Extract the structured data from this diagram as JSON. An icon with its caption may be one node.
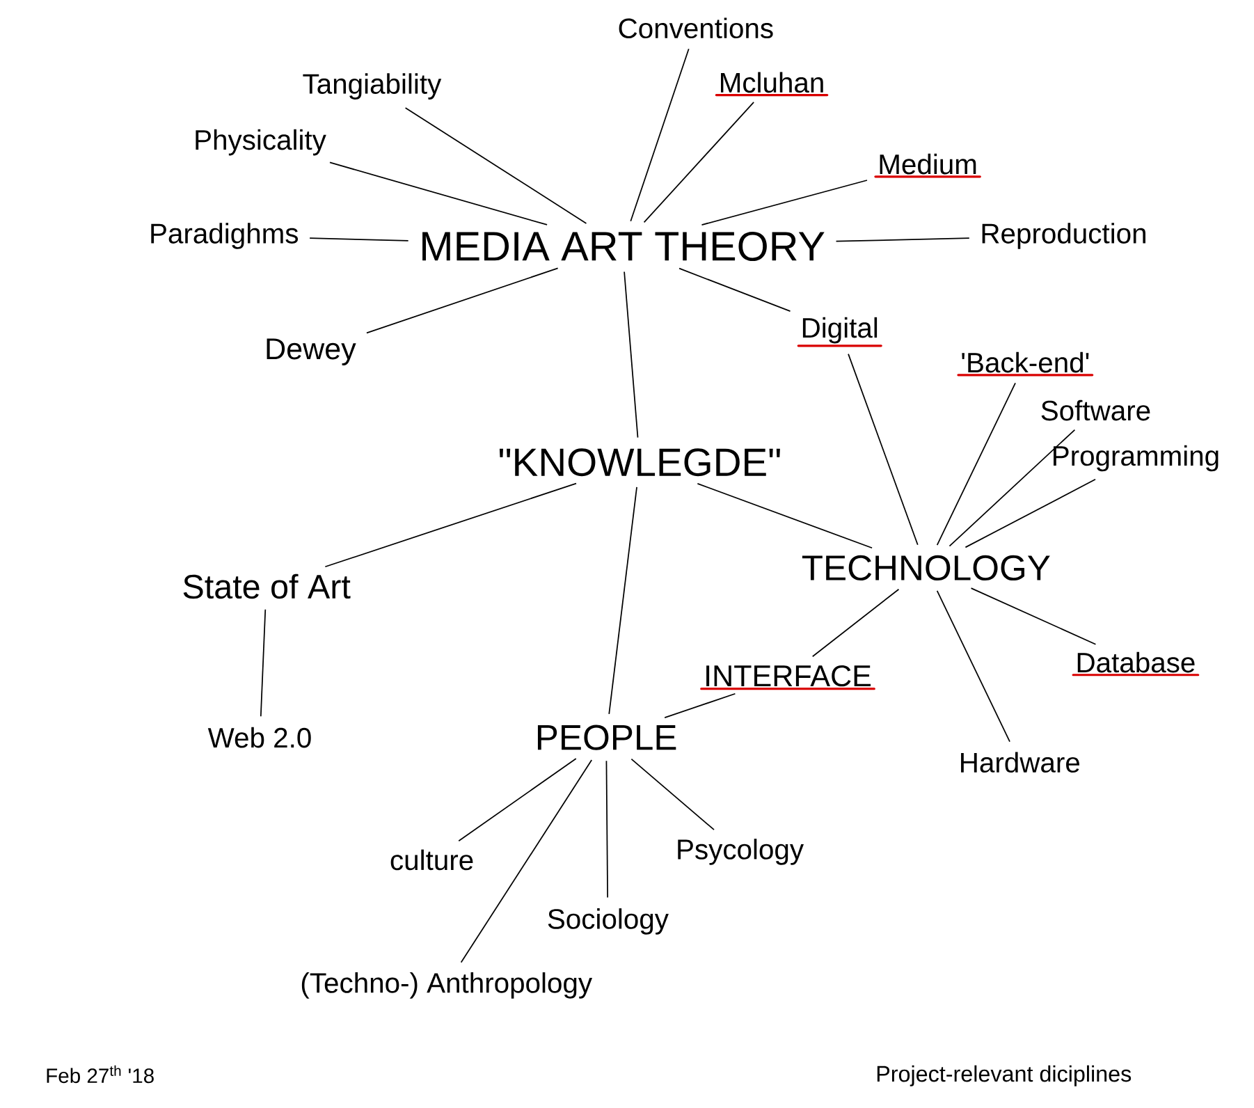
{
  "diagram": {
    "nodes": [
      {
        "text": [
          "MEDIA ART THEORY"
        ]
      },
      {
        "text": [
          "Conventions"
        ]
      },
      {
        "text": [
          "Tangiability"
        ]
      },
      {
        "text": [
          "Mcluhan"
        ]
      },
      {
        "text": [
          "Physicality"
        ]
      },
      {
        "text": [
          "Medium"
        ]
      },
      {
        "text": [
          "Paradighms"
        ]
      },
      {
        "text": [
          "Reproduction"
        ]
      },
      {
        "text": [
          "Dewey"
        ]
      },
      {
        "text": [
          "Digital"
        ]
      },
      {
        "text": [
          "\"KNOWLEGDE\""
        ]
      },
      {
        "text": [
          "'Back-end'"
        ]
      },
      {
        "text": [
          "Software"
        ]
      },
      {
        "text": [
          "Programming"
        ]
      },
      {
        "text": [
          "State of Art"
        ]
      },
      {
        "text": [
          "TECHNOLOGY"
        ]
      },
      {
        "text": [
          "Web 2.0"
        ]
      },
      {
        "text": [
          "INTERFACE"
        ]
      },
      {
        "text": [
          "Database"
        ]
      },
      {
        "text": [
          "PEOPLE"
        ]
      },
      {
        "text": [
          "Hardware"
        ]
      },
      {
        "text": [
          "culture"
        ]
      },
      {
        "text": [
          "Psycology"
        ]
      },
      {
        "text": [
          "Sociology"
        ]
      },
      {
        "text": [
          "(Techno-) Anthropology"
        ]
      }
    ],
    "edges": [
      {
        "from": 0,
        "to": 1,
        "arrow": "none"
      },
      {
        "from": 0,
        "to": 2,
        "arrow": "none"
      },
      {
        "from": 0,
        "to": 3,
        "arrow": "none"
      },
      {
        "from": 0,
        "to": 4,
        "arrow": "none"
      },
      {
        "from": 0,
        "to": 5,
        "arrow": "none"
      },
      {
        "from": 0,
        "to": 6,
        "arrow": "none"
      },
      {
        "from": 0,
        "to": 7,
        "arrow": "none"
      },
      {
        "from": 0,
        "to": 8,
        "arrow": "none"
      },
      {
        "from": 0,
        "to": 9,
        "arrow": "none"
      },
      {
        "from": 0,
        "to": 10,
        "arrow": "none"
      },
      {
        "from": 10,
        "to": 14,
        "arrow": "none"
      },
      {
        "from": 10,
        "to": 15,
        "arrow": "none"
      },
      {
        "from": 10,
        "to": 19,
        "arrow": "none"
      },
      {
        "from": 15,
        "to": 9,
        "arrow": "none"
      },
      {
        "from": 15,
        "to": 11,
        "arrow": "none"
      },
      {
        "from": 15,
        "to": 12,
        "arrow": "none"
      },
      {
        "from": 15,
        "to": 13,
        "arrow": "none"
      },
      {
        "from": 15,
        "to": 17,
        "arrow": "none"
      },
      {
        "from": 15,
        "to": 18,
        "arrow": "none"
      },
      {
        "from": 15,
        "to": 20,
        "arrow": "none"
      },
      {
        "from": 14,
        "to": 16,
        "arrow": "none"
      },
      {
        "from": 19,
        "to": 17,
        "arrow": "none"
      },
      {
        "from": 19,
        "to": 21,
        "arrow": "none"
      },
      {
        "from": 19,
        "to": 22,
        "arrow": "none"
      },
      {
        "from": 19,
        "to": 23,
        "arrow": "none"
      },
      {
        "from": 19,
        "to": 24,
        "arrow": "none"
      }
    ],
    "labels": [
      "Feb 27$^{th}$ '18",
      "Project-relevant diciplines"
    ]
  }
}
